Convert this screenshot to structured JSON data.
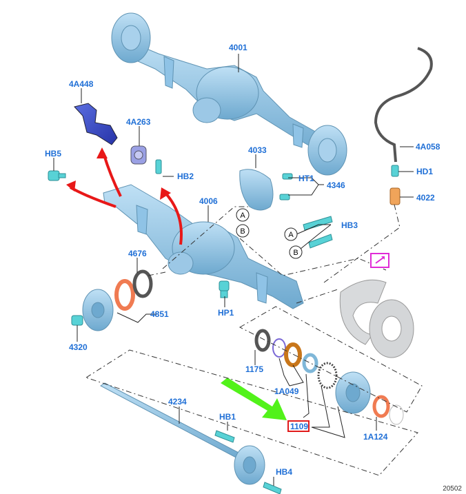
{
  "labels": {
    "axle_assembly": "4001",
    "bracket": "4A448",
    "vent": "4A263",
    "hb5": "HB5",
    "hb2": "HB2",
    "cover": "4033",
    "ht1": "HT1",
    "cover_bolt": "4346",
    "vent_hose": "4A058",
    "hd1": "HD1",
    "vent_fitting": "4022",
    "housing": "4006",
    "hb3": "HB3",
    "callout_a": "A",
    "callout_b": "B",
    "seal": "4676",
    "hub_flange": "4851",
    "nut": "4320",
    "hp1": "HP1",
    "shaft_seal": "1175",
    "bearing": "1A049",
    "ring": "1109",
    "hub": "1A124",
    "axle_shaft": "4234",
    "hb1": "HB1",
    "hb4": "HB4",
    "figure_id": "20502"
  },
  "colors": {
    "label_text": "#1f6fd6",
    "part_blue": "#8fc3e6",
    "red_arrow": "#e81818",
    "green_arrow": "#52f21a",
    "magenta_box": "#e02ad6",
    "red_box": "#e01a1a",
    "seal_orange": "#f07b52",
    "bearing_brown": "#c8761a"
  },
  "icons": [
    "zoom-in-icon"
  ]
}
